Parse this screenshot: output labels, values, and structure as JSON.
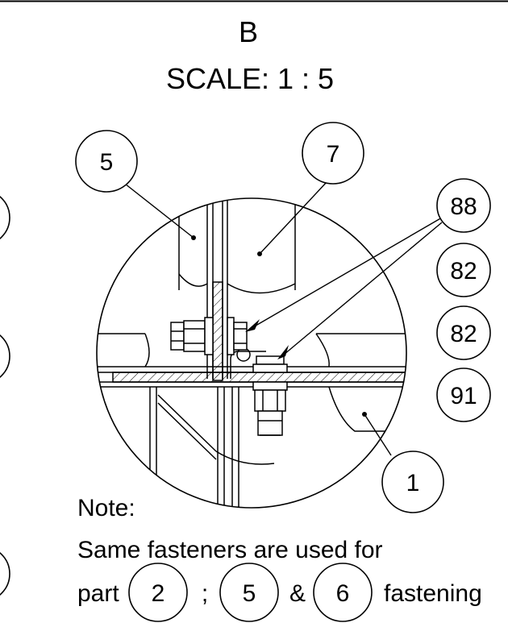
{
  "view": {
    "label": "B",
    "scale": "SCALE: 1 : 5"
  },
  "balloons": {
    "part_5": "5",
    "part_7": "7",
    "part_88": "88",
    "part_82a": "82",
    "part_82b": "82",
    "part_91": "91",
    "part_1": "1"
  },
  "note": {
    "heading": "Note:",
    "line1": "Same fasteners are used for",
    "prefix": "part",
    "ref_a": "2",
    "sep1": ";",
    "ref_b": "5",
    "sep2": "&",
    "ref_c": "6",
    "suffix": "fastening"
  },
  "colors": {
    "ink": "#000000",
    "paper": "#ffffff"
  }
}
